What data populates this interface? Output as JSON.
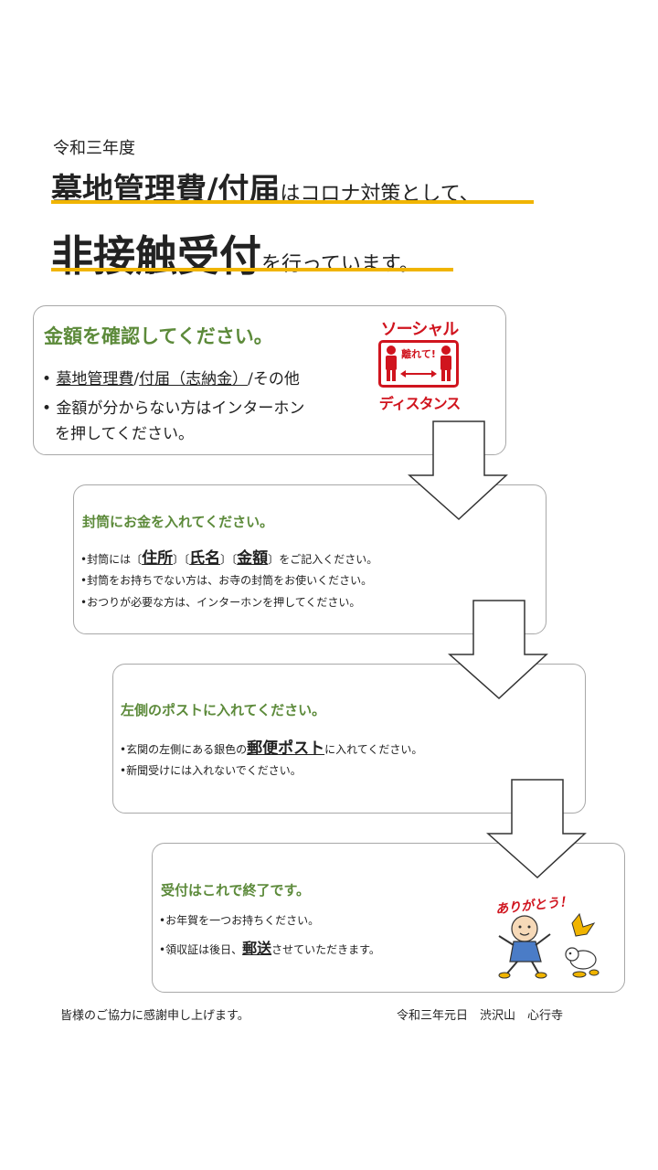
{
  "header": {
    "year": "令和三年度",
    "line1_big": "墓地管理費/付届",
    "line1_small": "はコロナ対策として、",
    "line2_big": "非接触受付",
    "line2_small": "を行っています。"
  },
  "step1": {
    "title": "金額を確認してください。",
    "item1": {
      "bullet": "•",
      "em1": "墓地管理費",
      "sep": "/",
      "em2": "付届（志納金）",
      "rest": "/その他"
    },
    "item2_a": "• 金額が分からない方はインターホン",
    "item2_b": "を押してください。",
    "sign": {
      "top": "ソーシャル",
      "center": "離れて!",
      "bottom": "ディスタンス",
      "color": "#d0141e"
    }
  },
  "step2": {
    "title": "封筒にお金を入れてください。",
    "item1": {
      "pre": "•封筒には",
      "lb1": "〔",
      "em1": "住所",
      "rb1": "〕",
      "lb2": "〔",
      "em2": "氏名",
      "rb2": "〕",
      "lb3": "〔",
      "em3": "金額",
      "rb3": "〕",
      "post": "をご記入ください。"
    },
    "item2": "•封筒をお持ちでない方は、お寺の封筒をお使いください。",
    "item3": "•おつりが必要な方は、インターホンを押してください。"
  },
  "step3": {
    "title": "左側のポストに入れてください。",
    "item1": {
      "pre": "•玄関の左側にある銀色の",
      "em": "郵便ポスト",
      "post": "に入れてください。"
    },
    "item2": "•新聞受けには入れないでください。"
  },
  "step4": {
    "title": "受付はこれで終了です。",
    "item1": "•お年賀を一つお持ちください。",
    "item2": {
      "pre": "•領収証は後日、",
      "em": "郵送",
      "post": "させていただきます。"
    },
    "illustration_text": "ありがとう！"
  },
  "footer": {
    "thanks": "皆様のご協力に感謝申し上げます。",
    "signature": "令和三年元日　渋沢山　心行寺"
  },
  "colors": {
    "accent_underline": "#f0b400",
    "title_green": "#5c8a3a",
    "sign_red": "#d0141e"
  }
}
